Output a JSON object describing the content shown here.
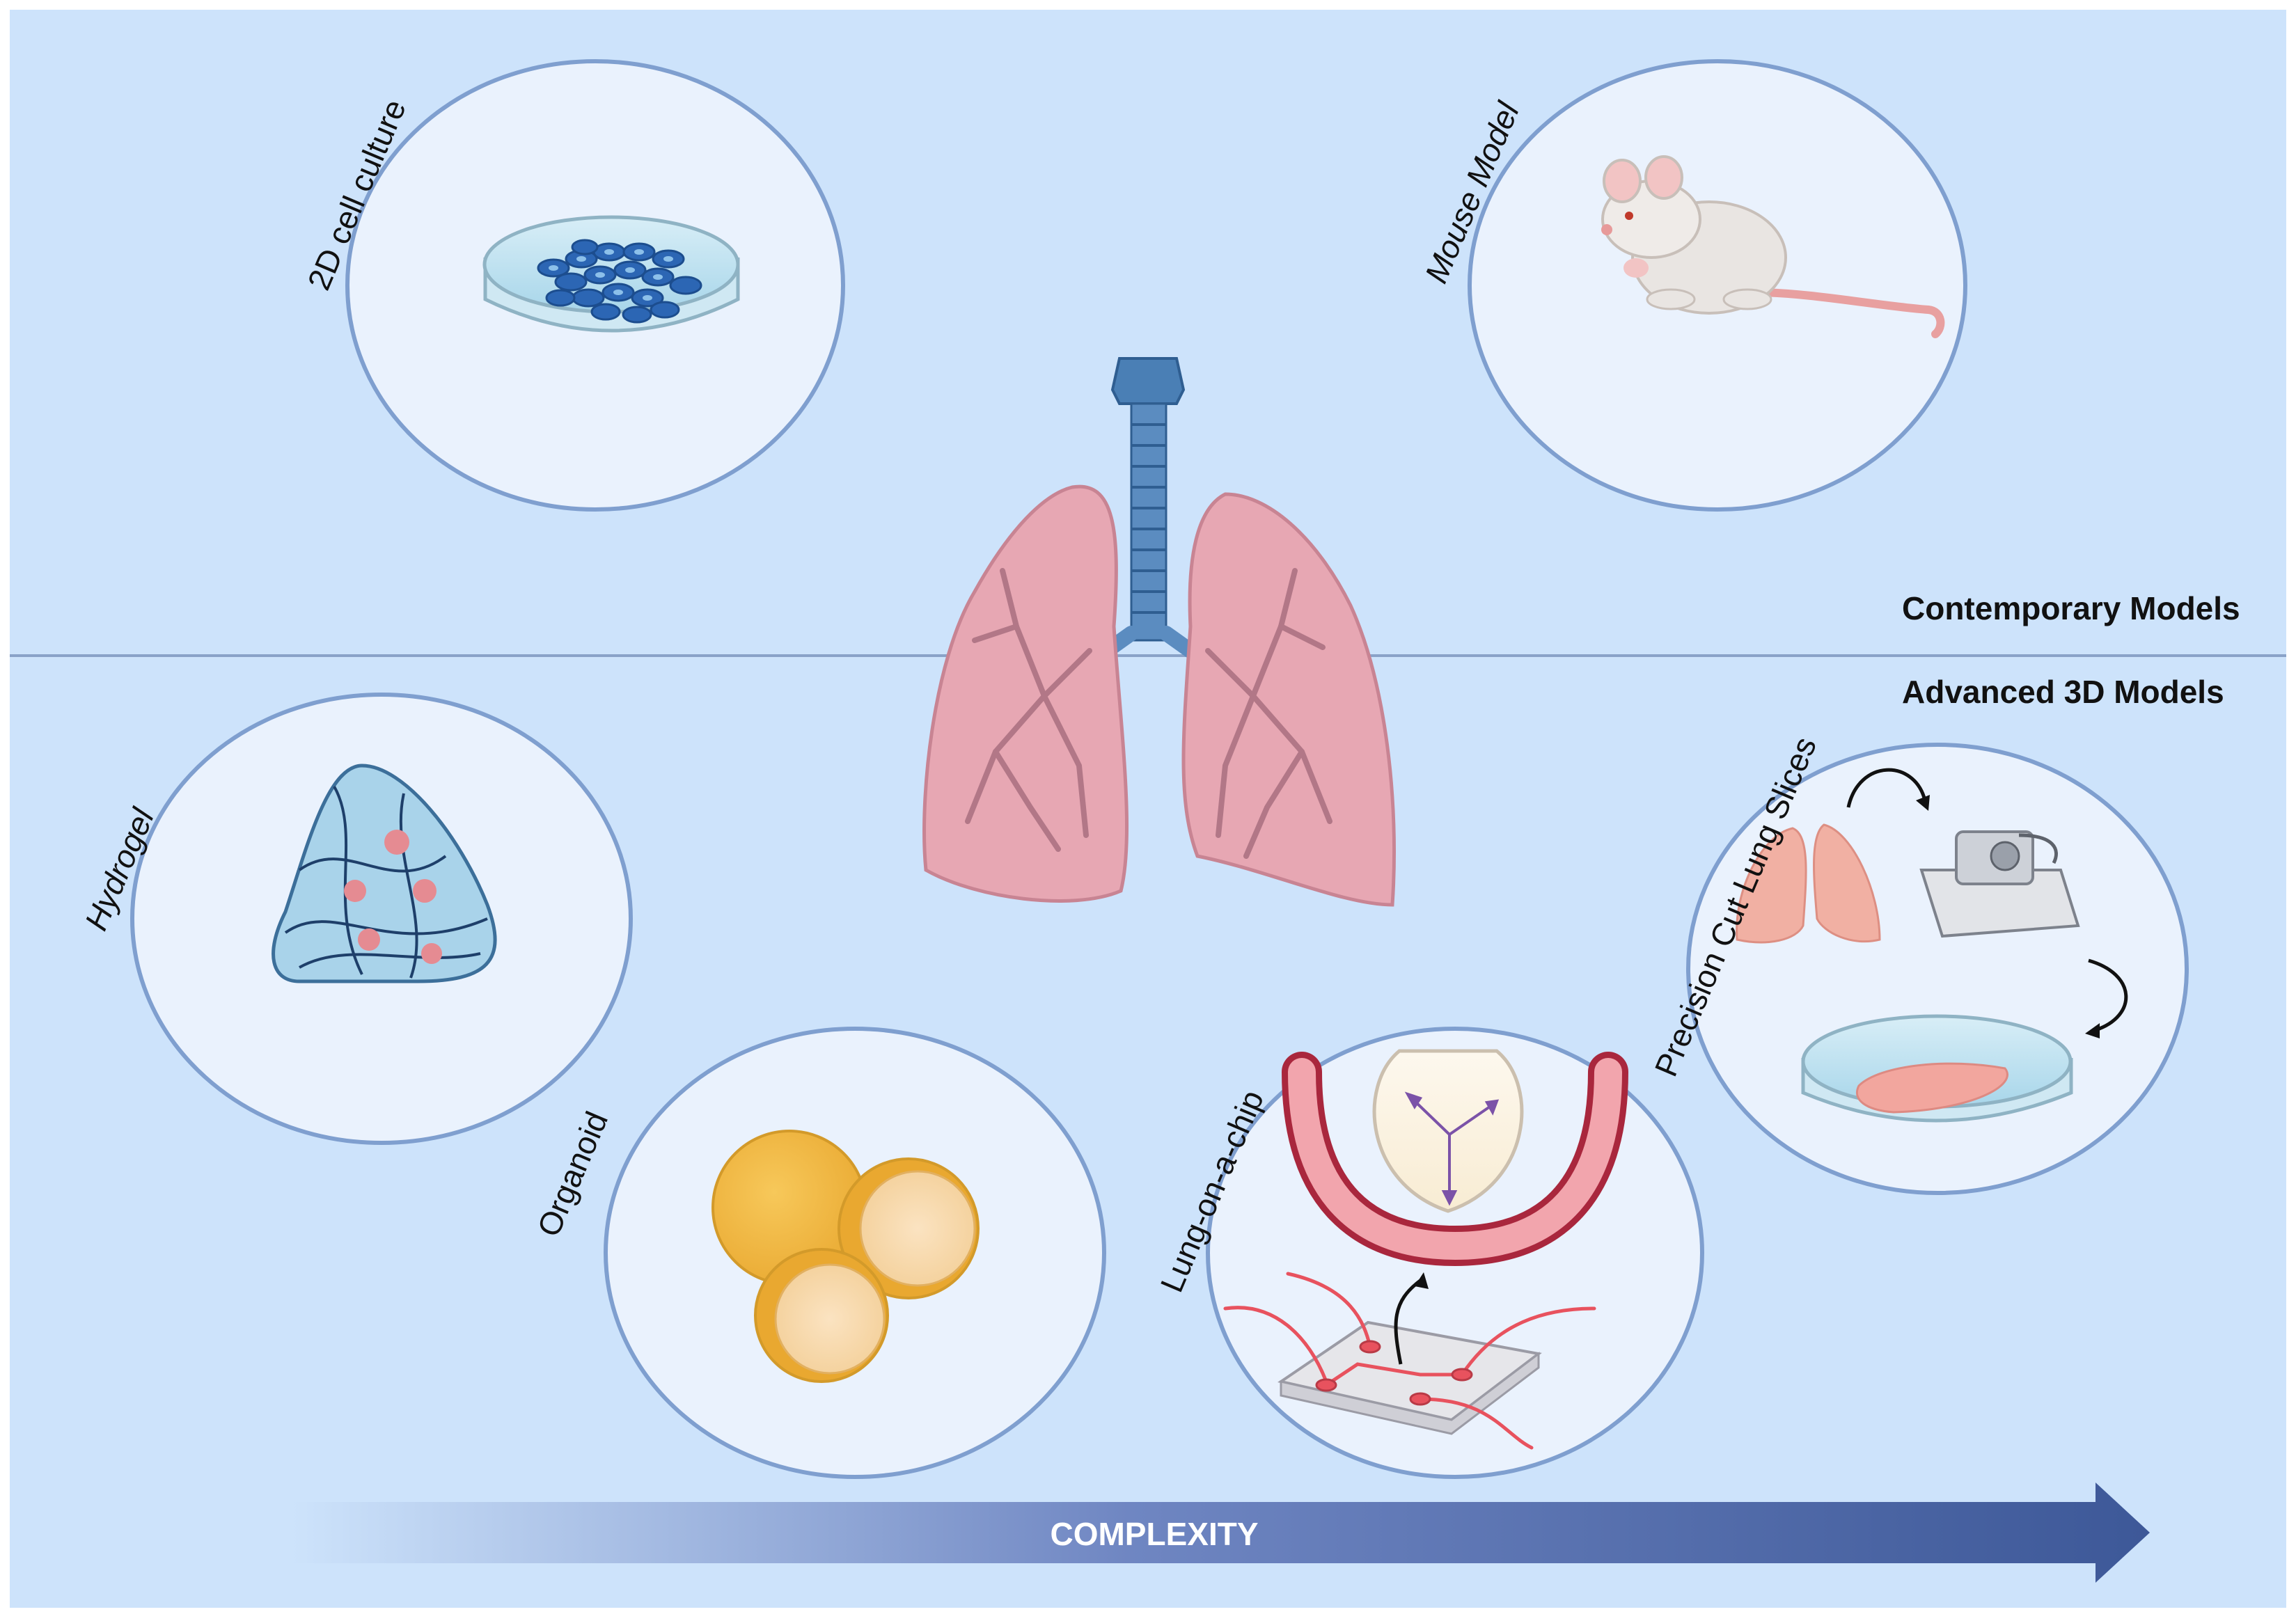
{
  "sections": {
    "top_label": "Contemporary Models",
    "bottom_label": "Advanced 3D Models"
  },
  "models": {
    "cell_culture": "2D cell culture",
    "mouse": "Mouse Model",
    "hydrogel": "Hydrogel",
    "organoid": "Organoid",
    "lung_chip": "Lung-on-a-chip",
    "pcls": "Precision Cut Lung Slices"
  },
  "axis": {
    "label": "COMPLEXITY"
  },
  "colors": {
    "background": "#cde3fb",
    "circle_fill": "#eaf2fd",
    "circle_stroke": "#7f9fcf",
    "arrow": "#3f5b9a",
    "lung": "#e7a7b3",
    "trachea": "#4a7fb5"
  }
}
